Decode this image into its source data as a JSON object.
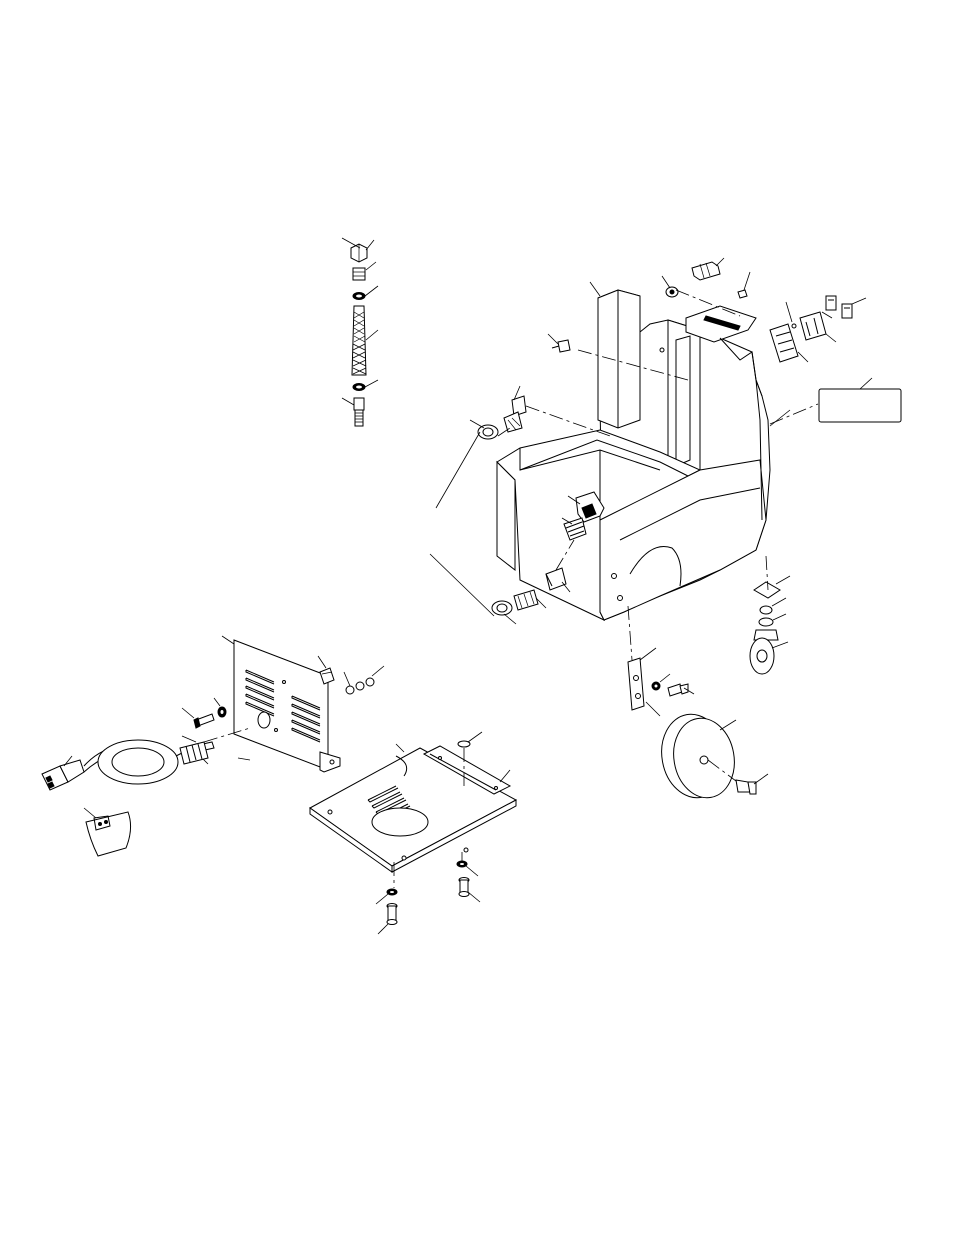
{
  "diagram": {
    "kind": "exploded-parts-view",
    "assemblies": [
      "cart-frame",
      "hose-assembly",
      "control-panel",
      "base-plate",
      "power-cord",
      "wheel",
      "caster"
    ],
    "label_box_text": ""
  }
}
